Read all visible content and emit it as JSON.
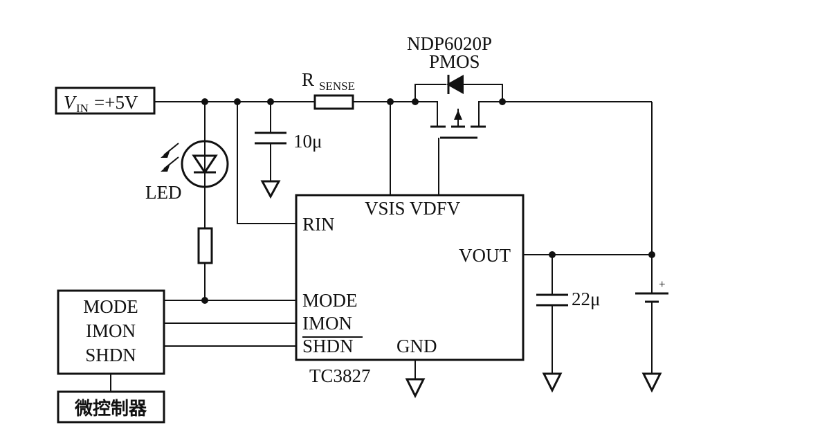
{
  "vin_label": {
    "symbol": "V",
    "subscript": "IN",
    "value": "=+5V"
  },
  "rsense": {
    "symbol": "R",
    "subscript": "SENSE"
  },
  "mosfet": {
    "part": "NDP6020P",
    "type": "PMOS"
  },
  "led_label": "LED",
  "cap_input": "10μ",
  "cap_output": "22μ",
  "battery_plus": "+",
  "ic": {
    "name": "TC3827",
    "pins": {
      "vsis_vdfv": "VSIS VDFV",
      "rin": "RIN",
      "vout": "VOUT",
      "mode": "MODE",
      "imon": "IMON",
      "shdn": "SHDN",
      "gnd": "GND"
    }
  },
  "controller": {
    "lines": [
      "MODE",
      "IMON",
      "SHDN"
    ]
  },
  "mcu_label": "微控制器",
  "colors": {
    "ink": "#111111",
    "background": "#ffffff"
  }
}
